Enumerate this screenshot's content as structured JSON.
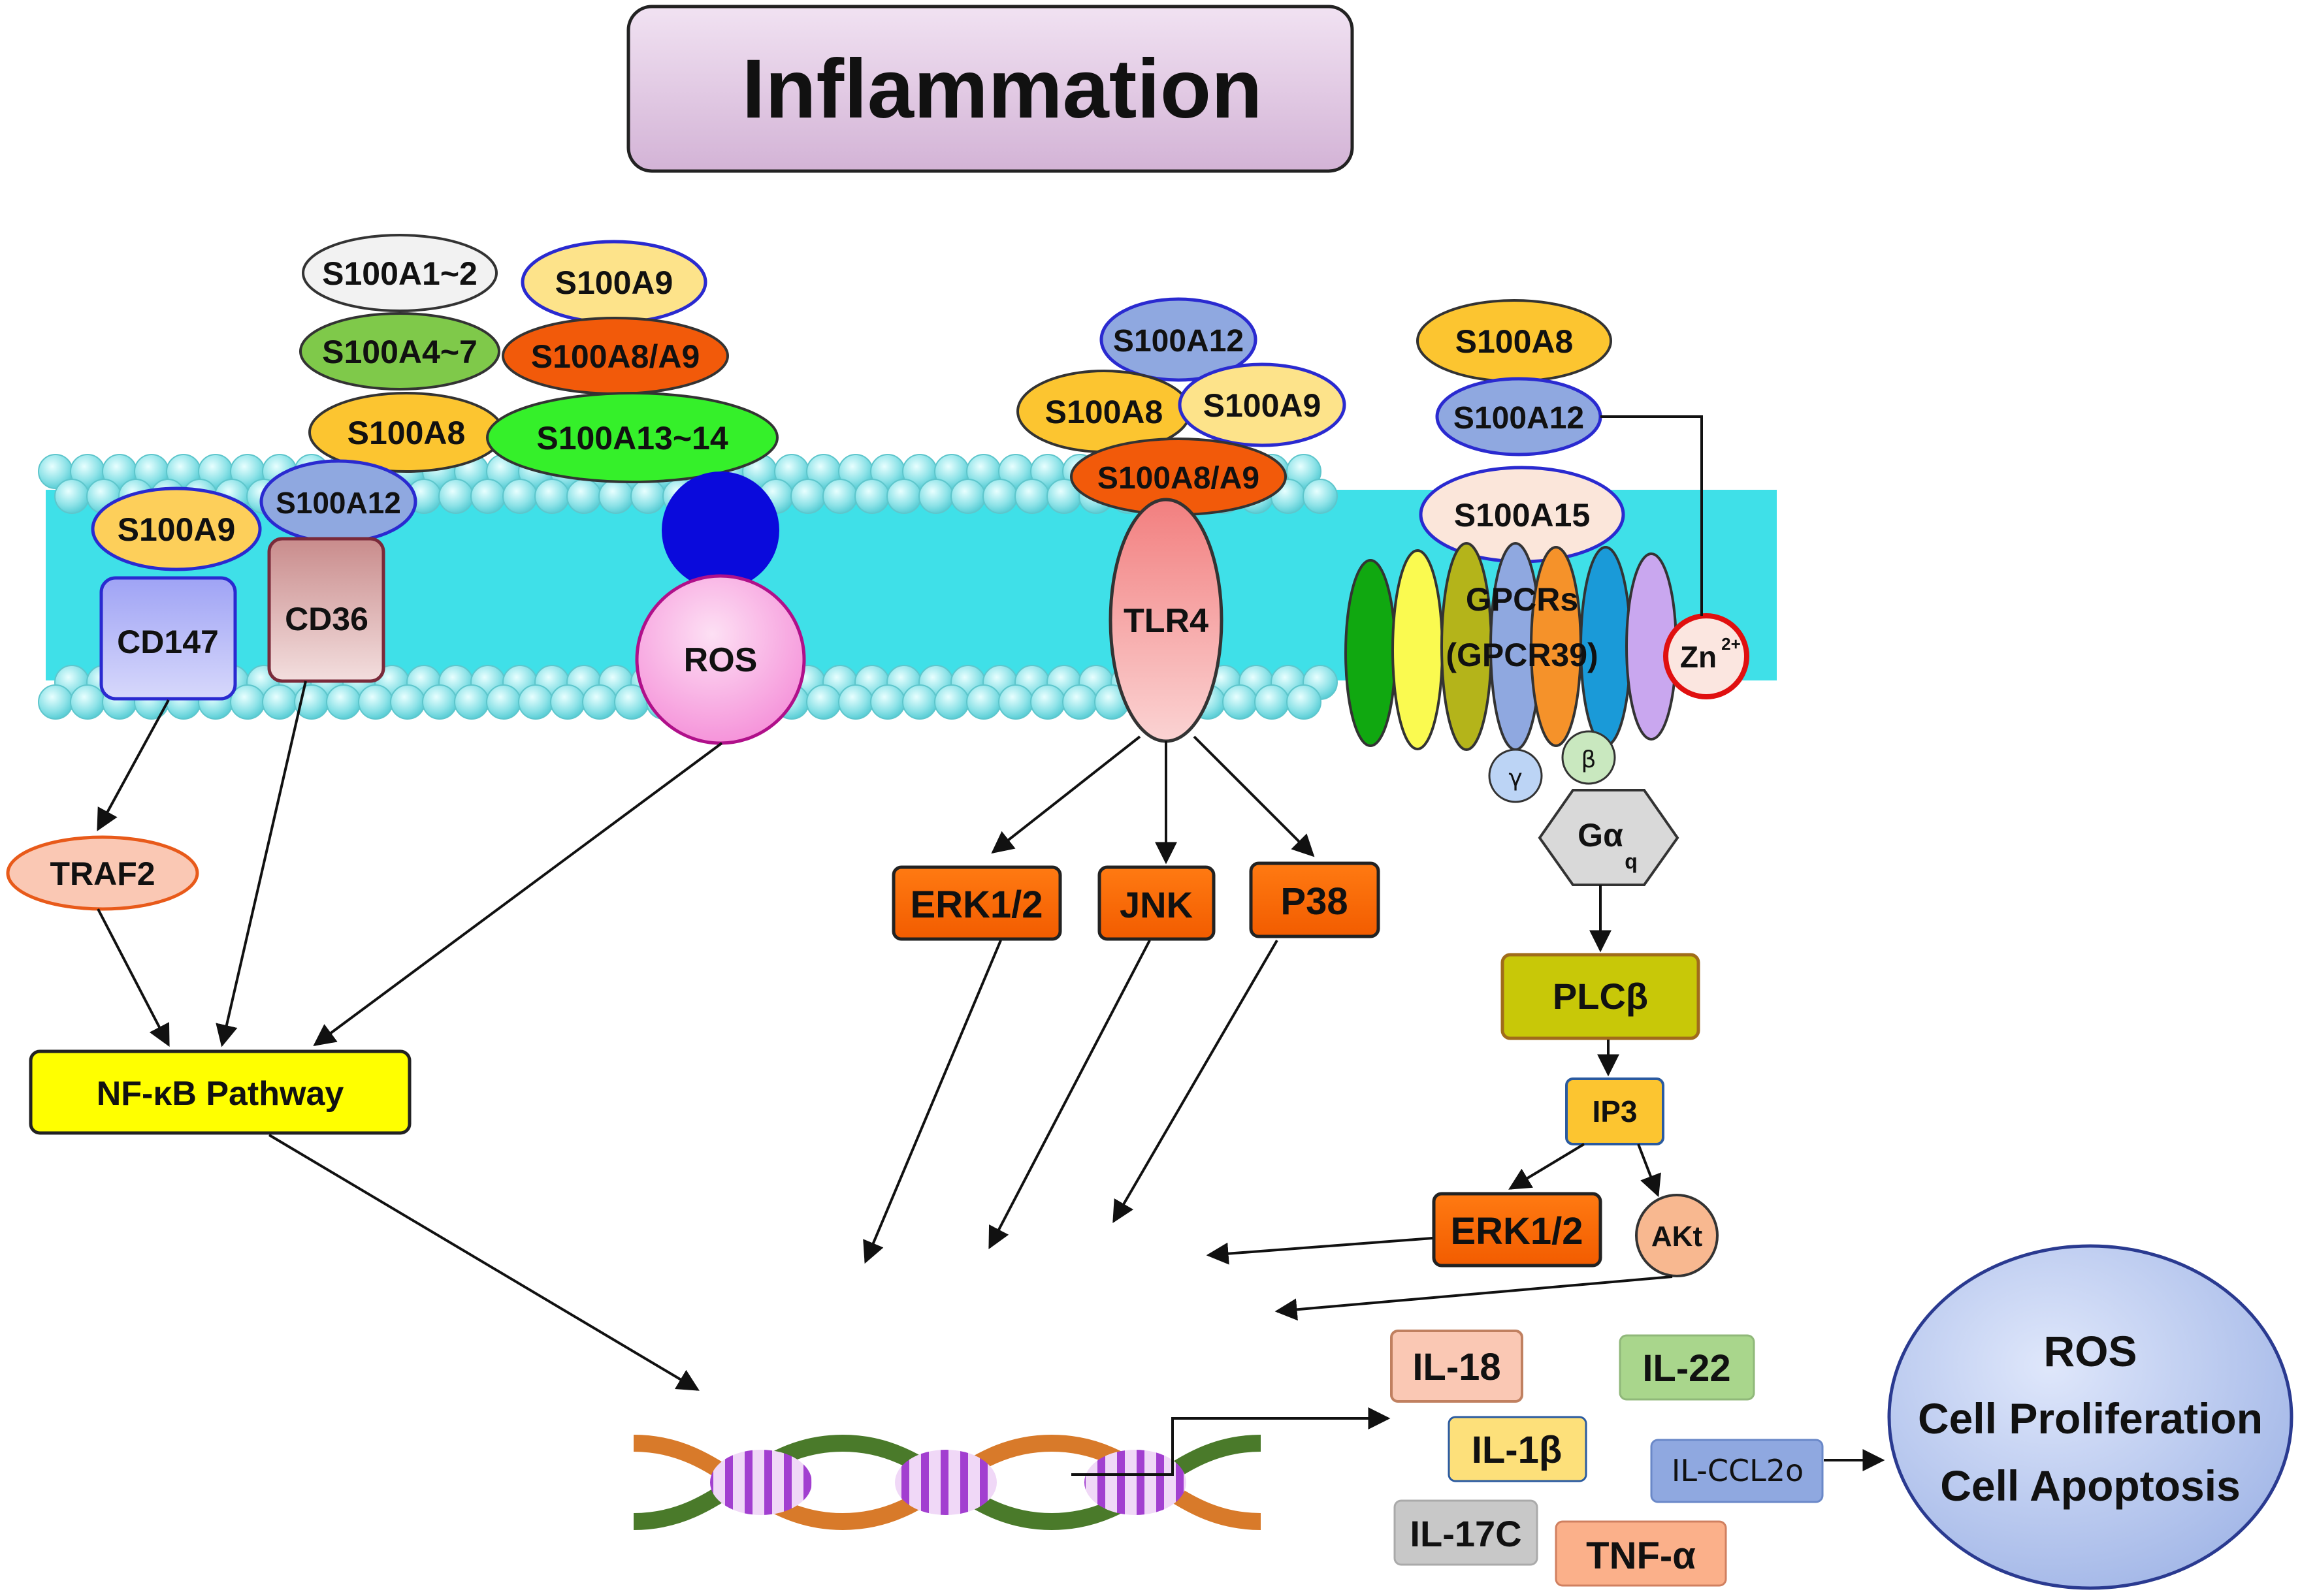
{
  "title": "Inflammation",
  "ligands": {
    "a1_2": "S100A1~2",
    "a9_top": "S100A9",
    "a4_7": "S100A4~7",
    "a8a9_top": "S100A8/A9",
    "a8_left": "S100A8",
    "a13_14": "S100A13~14",
    "a12_left": "S100A12",
    "a9_left": "S100A9",
    "a12_mid": "S100A12",
    "a8_mid": "S100A8",
    "a9_mid": "S100A9",
    "a8a9_mid": "S100A8/A9",
    "a8_right": "S100A8",
    "a12_right": "S100A12",
    "a15_right": "S100A15"
  },
  "receptors": {
    "cd147": "CD147",
    "cd36": "CD36",
    "ros": "ROS",
    "tlr4": "TLR4",
    "gpcr_line1": "GPCRs",
    "gpcr_line2": "(GPCR39)",
    "zn": "Zn",
    "zn_sup": "2+",
    "gamma": "γ",
    "beta": "β",
    "galpha": "Gα",
    "galpha_sub": "q"
  },
  "pathway": {
    "traf2": "TRAF2",
    "nfkb": "NF-κB Pathway",
    "erk_mid": "ERK1/2",
    "jnk": "JNK",
    "p38": "P38",
    "plcb": "PLCβ",
    "ip3": "IP3",
    "erk_right": "ERK1/2",
    "akt": "AKt"
  },
  "cytokines": {
    "il18": "IL-18",
    "il22": "IL-22",
    "il1b": "IL-1β",
    "ccl20": "IL-CCL2o",
    "il17c": "IL-17C",
    "tnfa": "TNF-α"
  },
  "outcome": {
    "line1": "ROS",
    "line2": "Cell Proliferation",
    "line3": "Cell Apoptosis"
  },
  "colors": {
    "membrane_cyan": "#3fe0e8",
    "bead": "#8fe8ec",
    "title_fill": "#e4cde6",
    "orange": "#ff6a00",
    "yellow": "#ffff00",
    "s100_yellow": "#fdcf5a",
    "s100_blue": "#8fa8e0"
  }
}
